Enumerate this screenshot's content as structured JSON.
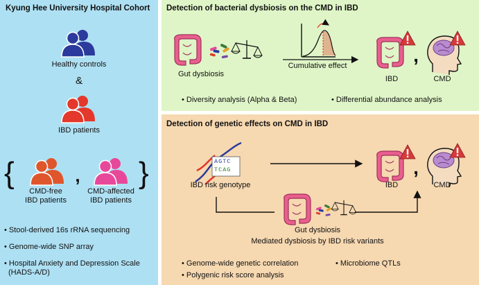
{
  "left": {
    "title": "Kyung Hee University Hospital Cohort",
    "healthy": "Healthy controls",
    "amp": "&",
    "ibd": "IBD patients",
    "free_1": "CMD-free",
    "free_2": "IBD patients",
    "affected_1": "CMD-affected",
    "affected_2": "IBD patients",
    "bullets": [
      "• Stool-derived 16s rRNA sequencing",
      "• Genome-wide SNP array",
      "• Hospital Anxiety and Depression Scale"
    ],
    "bullet3_cont": "(HADS-A/D)",
    "brace_open": "{",
    "brace_close": "}",
    "comma": ","
  },
  "top": {
    "title": "Detection of bacterial dysbiosis on the CMD in IBD",
    "gut_label": "Gut dysbiosis",
    "arrow_label": "Cumulative effect",
    "ibd": "IBD",
    "cmd": "CMD",
    "comma": ",",
    "bullet1": "• Diversity analysis (Alpha & Beta)",
    "bullet2": "• Differential abundance analysis"
  },
  "bottom": {
    "title": "Detection of genetic effects on CMD in IBD",
    "dna_letters_top": "AGTC",
    "dna_letters_bot": "TCAG",
    "genotype": "IBD risk genotype",
    "ibd": "IBD",
    "cmd": "CMD",
    "comma": ",",
    "gut_label": "Gut dysbiosis",
    "mediated": "Mediated dysbiosis by IBD risk variants",
    "bullet1": "• Genome-wide genetic correlation",
    "bullet2": "• Microbiome QTLs",
    "bullet3": "• Polygenic risk score analysis"
  },
  "colors": {
    "left_bg": "#aee0f3",
    "top_bg": "#dff5c7",
    "bottom_bg": "#f6d8b1",
    "healthy_people": "#2b3a9c",
    "ibd_people": "#e3382b",
    "free_people": "#e0562c",
    "affected_people": "#e8489a",
    "gut": "#e85f8e",
    "warning": "#d63a3a",
    "brain": "#b98bcf"
  }
}
